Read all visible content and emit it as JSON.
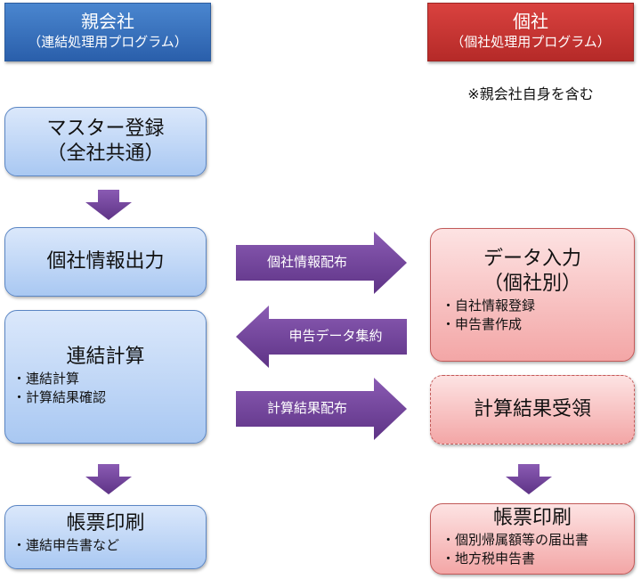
{
  "parent": {
    "header": {
      "title": "親会社",
      "subtitle": "（連結処理用プログラム）"
    },
    "steps": [
      {
        "title": "マスター登録",
        "subtitle": "（全社共通）",
        "items": []
      },
      {
        "title": "個社情報出力",
        "items": []
      },
      {
        "title": "連結計算",
        "items": [
          "連結計算",
          "計算結果確認"
        ]
      },
      {
        "title": "帳票印刷",
        "items": [
          "連結申告書など"
        ]
      }
    ]
  },
  "subsidiary": {
    "header": {
      "title": "個社",
      "subtitle": "（個社処理用プログラム）"
    },
    "note": "※親会社自身を含む",
    "steps": [
      {
        "title": "データ入力",
        "subtitle": "（個社別）",
        "items": [
          "自社情報登録",
          "申告書作成"
        ]
      },
      {
        "title": "計算結果受領",
        "items": []
      },
      {
        "title": "帳票印刷",
        "items": [
          "個別帰属額等の届出書",
          "地方税申告書"
        ]
      }
    ]
  },
  "flows": [
    {
      "label": "個社情報配布",
      "direction": "right"
    },
    {
      "label": "申告データ集約",
      "direction": "left"
    },
    {
      "label": "計算結果配布",
      "direction": "right"
    }
  ],
  "colors": {
    "parent_accent": "#2a5fab",
    "subsidiary_accent": "#b52a28",
    "arrow": "#6b3d93"
  }
}
